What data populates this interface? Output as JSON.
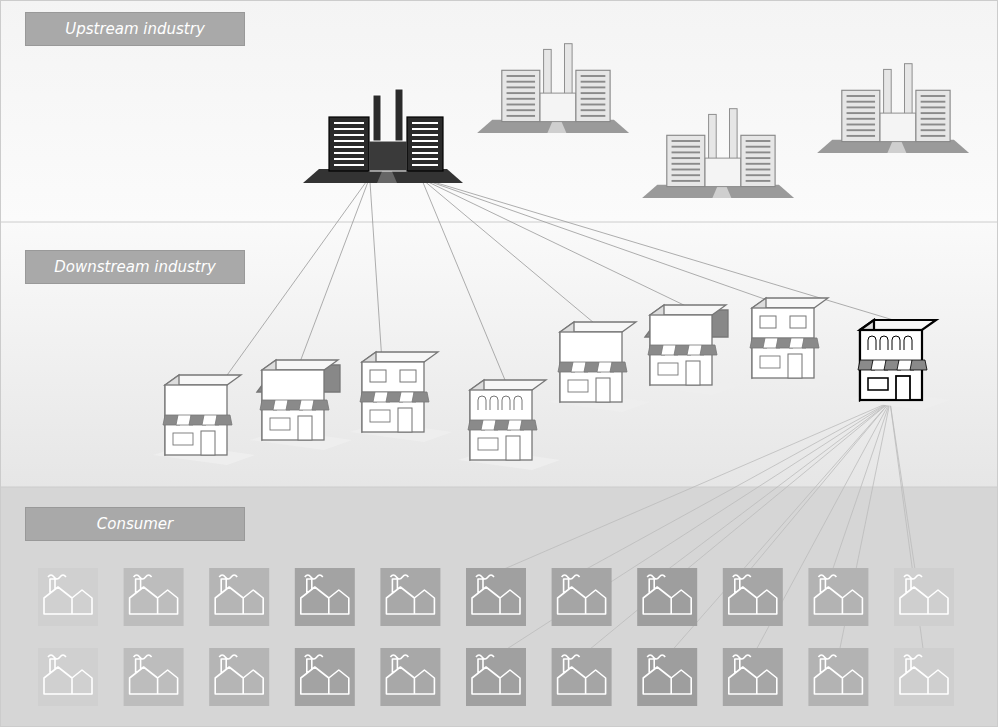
{
  "diagram": {
    "nodes": [
      {
        "text": [
          "Upstream industry"
        ]
      },
      {
        "text": [
          "Downstream industry"
        ]
      },
      {
        "text": [
          "Consumer"
        ]
      }
    ]
  }
}
